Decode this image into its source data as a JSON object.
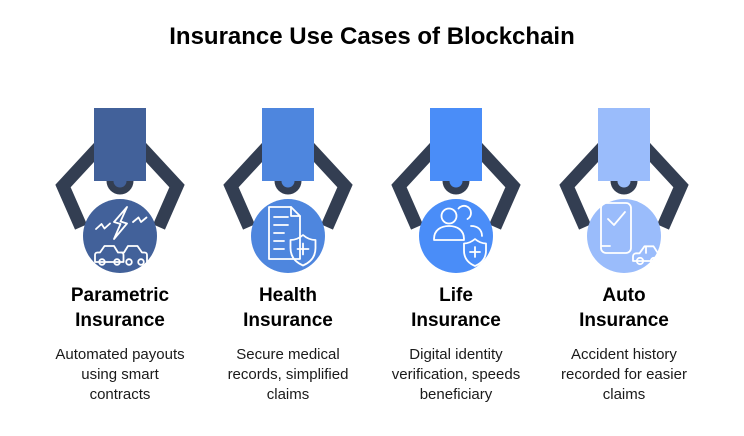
{
  "title": "Insurance Use Cases of Blockchain",
  "colors": {
    "background": "#FFFFFF",
    "claw_arm": "#333E52",
    "icon_stroke": "#FFFFFF",
    "heading_text": "#000000",
    "description_text": "#1A1A1A"
  },
  "cards": [
    {
      "id": "parametric-insurance",
      "title": "Parametric\nInsurance",
      "description": "Automated payouts\nusing smart\ncontracts",
      "color": "#42619A",
      "icon": "car-collision-icon"
    },
    {
      "id": "health-insurance",
      "title": "Health\nInsurance",
      "description": "Secure medical\nrecords, simplified\nclaims",
      "color": "#4E86DE",
      "icon": "medical-record-shield-icon"
    },
    {
      "id": "life-insurance",
      "title": "Life\nInsurance",
      "description": "Digital identity\nverification, speeds\nbeneficiary",
      "color": "#4A8DF8",
      "icon": "beneficiaries-shield-icon"
    },
    {
      "id": "auto-insurance",
      "title": "Auto\nInsurance",
      "description": "Accident history\nrecorded for easier\nclaims",
      "color": "#9ABCFB",
      "icon": "phone-car-icon"
    }
  ]
}
